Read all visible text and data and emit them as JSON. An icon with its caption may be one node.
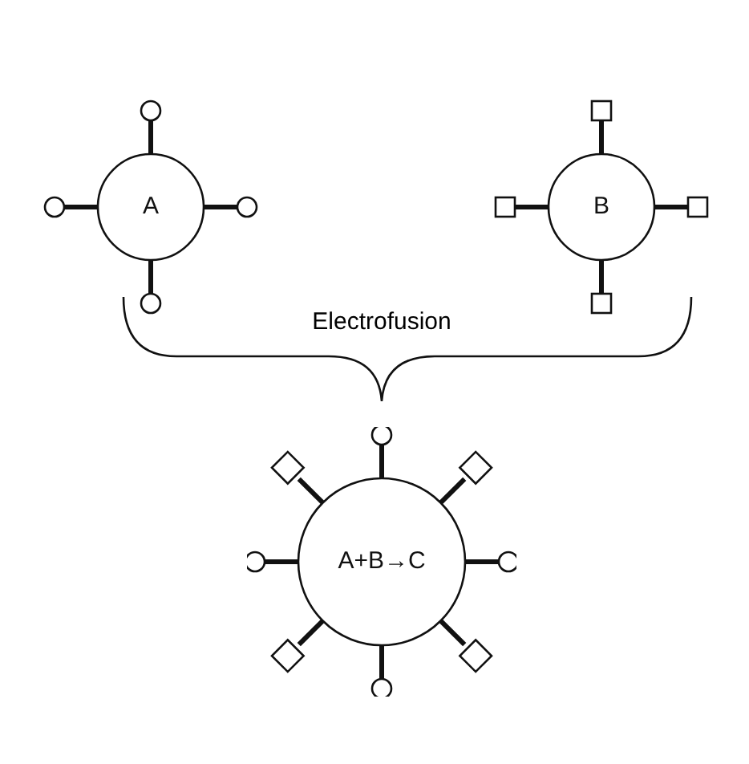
{
  "diagram": {
    "nodes": [
      {
        "text": [
          "A"
        ]
      },
      {
        "text": [
          "B"
        ]
      },
      {
        "text": [
          "A+B→C"
        ]
      }
    ],
    "labels": [
      "Electrofusion"
    ]
  }
}
